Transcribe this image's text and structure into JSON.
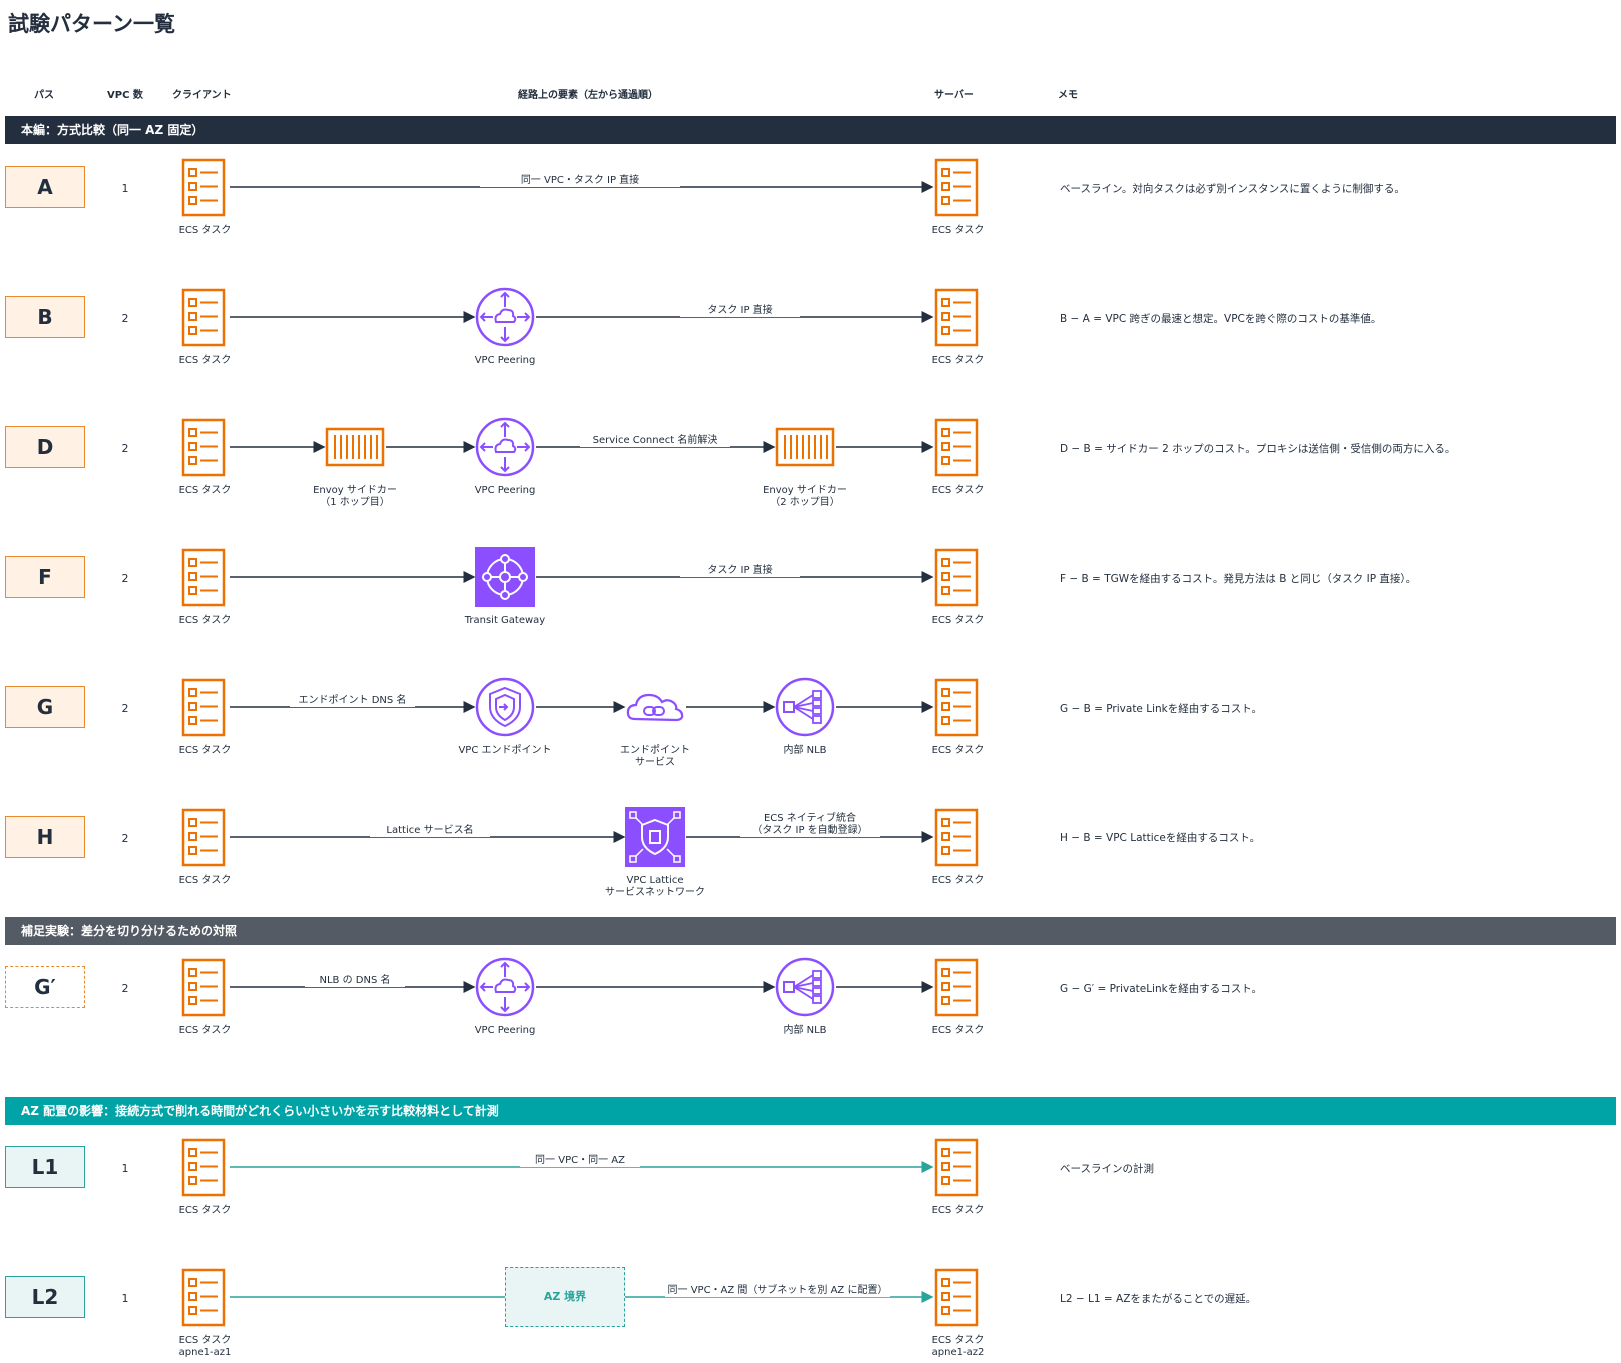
{
  "title": "試験パターン一覧",
  "columns": {
    "path": "パス",
    "vpc": "VPC 数",
    "client": "クライアント",
    "route": "経路上の要素（左から通過順）",
    "server": "サーバー",
    "memo": "メモ"
  },
  "sections": {
    "main": {
      "label": "本編：方式比較（同一 AZ 固定）",
      "color": "#232f3e"
    },
    "sub": {
      "label": "補足実験：差分を切り分けるための対照",
      "color": "#545b64"
    },
    "az": {
      "label": "AZ 配置の影響：接続方式で削れる時間がどれくらい小さいかを示す比較材料として計測",
      "color": "#00a4a6"
    }
  },
  "node_labels": {
    "ecs": "ECS タスク",
    "vpc_peering": "VPC Peering",
    "envoy1": "Envoy サイドカー\n（1 ホップ目）",
    "envoy2": "Envoy サイドカー\n（2 ホップ目）",
    "tgw": "Transit Gateway",
    "vpce": "VPC エンドポイント",
    "endpoint_service": "エンドポイント\nサービス",
    "nlb": "内部 NLB",
    "lattice": "VPC Lattice\nサービスネットワーク",
    "ecs_az1": "ECS タスク\napne1-az1",
    "ecs_az2": "ECS タスク\napne1-az2",
    "az_boundary": "AZ 境界"
  },
  "rows": {
    "A": {
      "path": "A",
      "vpc": "1",
      "edge": "同一 VPC・タスク IP 直接",
      "memo": "ベースライン。対向タスクは必ず別インスタンスに置くように制御する。"
    },
    "B": {
      "path": "B",
      "vpc": "2",
      "edge": "タスク IP 直接",
      "memo": "B − A = VPC 跨ぎの最速と想定。VPCを跨ぐ際のコストの基準値。"
    },
    "D": {
      "path": "D",
      "vpc": "2",
      "edge": "Service Connect 名前解決",
      "memo": "D − B = サイドカー 2 ホップのコスト。プロキシは送信側・受信側の両方に入る。"
    },
    "F": {
      "path": "F",
      "vpc": "2",
      "edge": "タスク IP 直接",
      "memo": "F − B = TGWを経由するコスト。発見方法は B と同じ（タスク IP 直接）。"
    },
    "G": {
      "path": "G",
      "vpc": "2",
      "edge": "エンドポイント DNS 名",
      "memo": "G − B = Private Linkを経由するコスト。"
    },
    "H": {
      "path": "H",
      "vpc": "2",
      "edge1": "Lattice サービス名",
      "edge2": "ECS ネイティブ統合\n（タスク IP を自動登録）",
      "memo": "H − B = VPC Latticeを経由するコスト。"
    },
    "Gp": {
      "path": "G′",
      "vpc": "2",
      "edge": "NLB の DNS 名",
      "memo": "G − G′ = PrivateLinkを経由するコスト。"
    },
    "L1": {
      "path": "L1",
      "vpc": "1",
      "edge": "同一 VPC・同一 AZ",
      "memo": "ベースラインの計測"
    },
    "L2": {
      "path": "L2",
      "vpc": "1",
      "edge": "同一 VPC・AZ 間（サブネットを別 AZ に配置）",
      "memo": "L2 − L1 = AZをまたがることでの遅延。"
    }
  },
  "colors": {
    "ecs": "#ed7100",
    "purple": "#8c4fff",
    "line": "#232f3e",
    "teal": "#2aa39b"
  }
}
